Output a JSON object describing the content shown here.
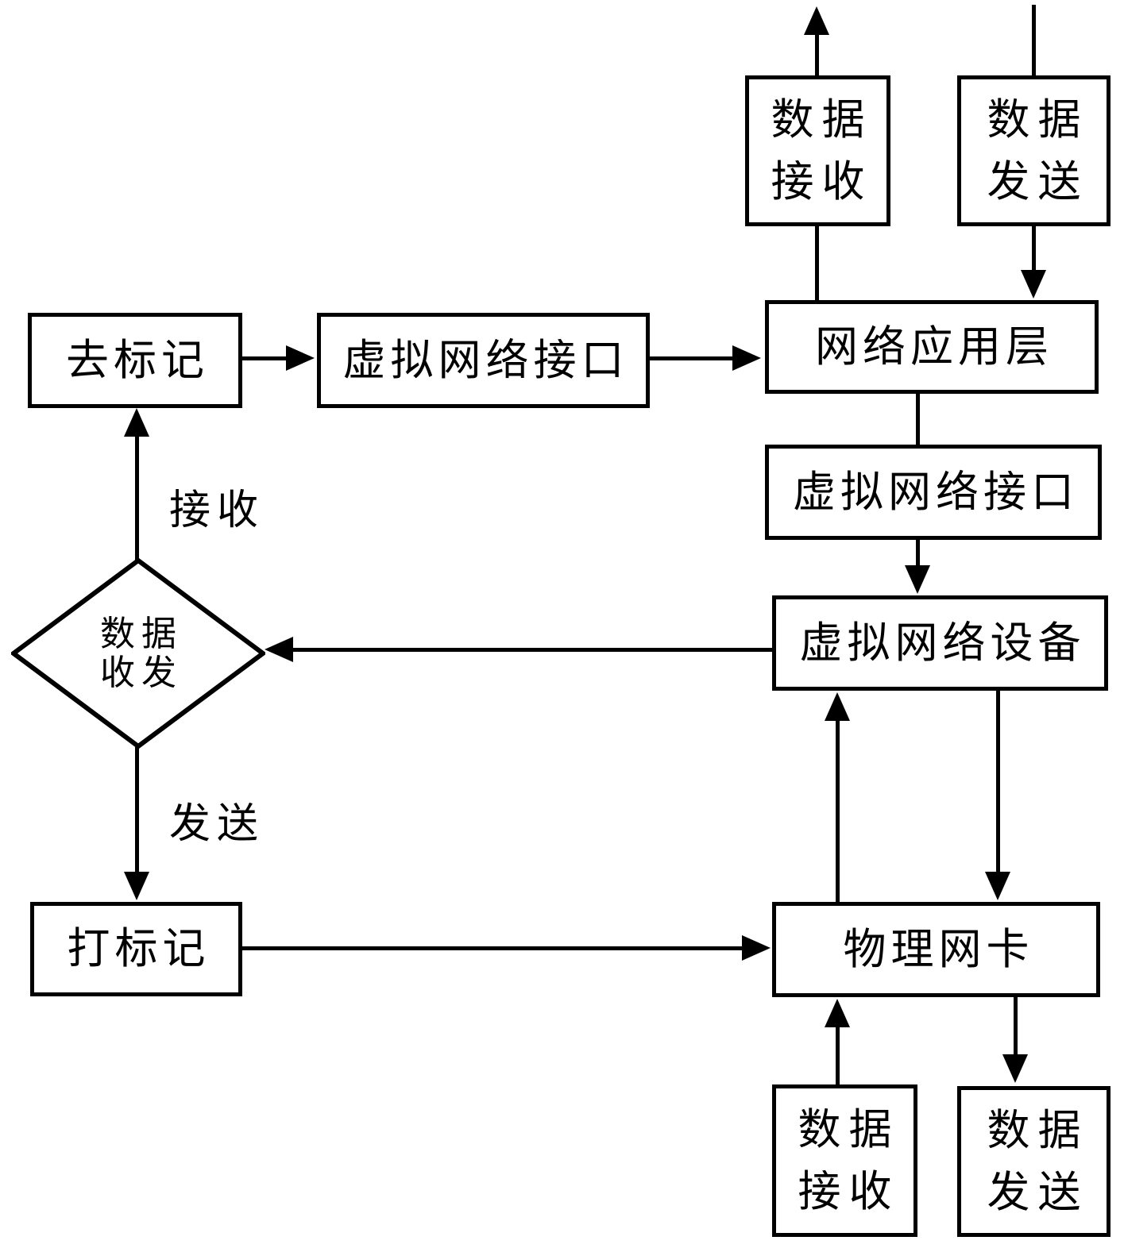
{
  "diagram": {
    "background_color": "#ffffff",
    "stroke_color": "#000000",
    "nodes": {
      "data_receive_top": {
        "line1": "数据",
        "line2": "接收"
      },
      "data_send_top": {
        "line1": "数据",
        "line2": "发送"
      },
      "network_app_layer": {
        "label": "网络应用层"
      },
      "virtual_network_interface_right": {
        "label": "虚拟网络接口"
      },
      "virtual_network_device": {
        "label": "虚拟网络设备"
      },
      "physical_nic": {
        "label": "物理网卡"
      },
      "data_receive_bottom": {
        "line1": "数据",
        "line2": "接收"
      },
      "data_send_bottom": {
        "line1": "数据",
        "line2": "发送"
      },
      "remove_tag": {
        "label": "去标记"
      },
      "virtual_network_interface_left": {
        "label": "虚拟网络接口"
      },
      "add_tag": {
        "label": "打标记"
      },
      "data_transceive_decision": {
        "line1": "数据",
        "line2": "收发"
      }
    },
    "edge_labels": {
      "receive": "接收",
      "send": "发送"
    }
  }
}
